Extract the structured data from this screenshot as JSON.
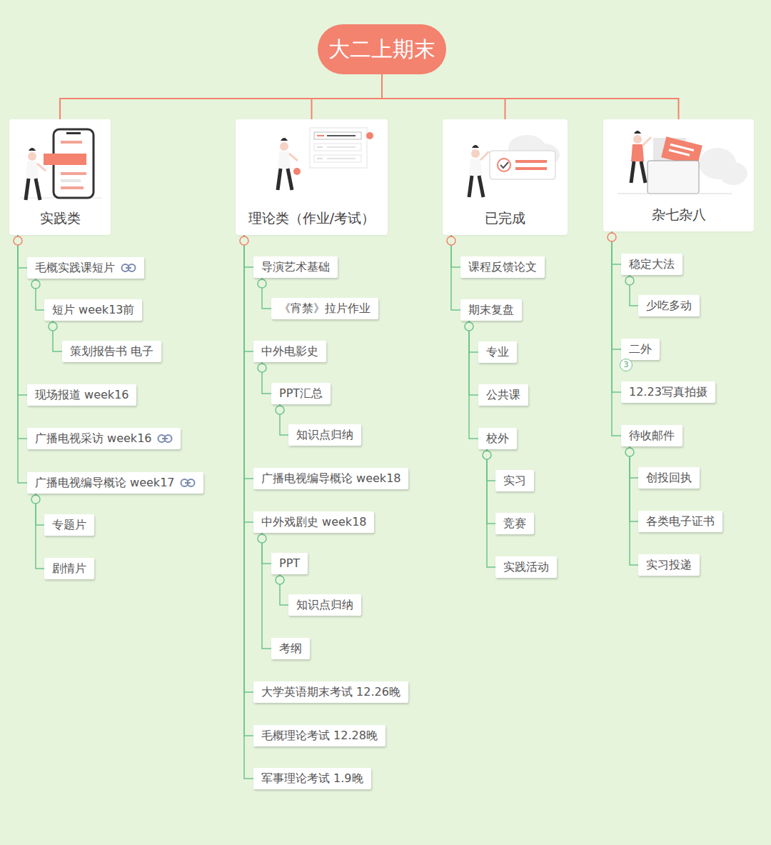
{
  "diagram": {
    "nodes": [
      {
        "text": [
          "大二上期末"
        ]
      },
      {
        "text": [
          "实践类"
        ]
      },
      {
        "text": [
          "毛概实践课短片"
        ]
      },
      {
        "text": [
          "短片 week13前"
        ]
      },
      {
        "text": [
          "策划报告书 电子"
        ]
      },
      {
        "text": [
          "现场报道 week16"
        ]
      },
      {
        "text": [
          "广播电视采访 week16"
        ]
      },
      {
        "text": [
          "广播电视编导概论 week17"
        ]
      },
      {
        "text": [
          "专题片"
        ]
      },
      {
        "text": [
          "剧情片"
        ]
      },
      {
        "text": [
          "理论类（作业/考试）"
        ]
      },
      {
        "text": [
          "导演艺术基础"
        ]
      },
      {
        "text": [
          "《宵禁》拉片作业"
        ]
      },
      {
        "text": [
          "中外电影史"
        ]
      },
      {
        "text": [
          "PPT汇总"
        ]
      },
      {
        "text": [
          "知识点归纳"
        ]
      },
      {
        "text": [
          "广播电视编导概论 week18"
        ]
      },
      {
        "text": [
          "中外戏剧史 week18"
        ]
      },
      {
        "text": [
          "PPT"
        ]
      },
      {
        "text": [
          "知识点归纳"
        ]
      },
      {
        "text": [
          "考纲"
        ]
      },
      {
        "text": [
          "大学英语期末考试 12.26晚"
        ]
      },
      {
        "text": [
          "毛概理论考试 12.28晚"
        ]
      },
      {
        "text": [
          "军事理论考试 1.9晚"
        ]
      },
      {
        "text": [
          "已完成"
        ]
      },
      {
        "text": [
          "课程反馈论文"
        ]
      },
      {
        "text": [
          "期末复盘"
        ]
      },
      {
        "text": [
          "专业"
        ]
      },
      {
        "text": [
          "公共课"
        ]
      },
      {
        "text": [
          "校外"
        ]
      },
      {
        "text": [
          "实习"
        ]
      },
      {
        "text": [
          "竞赛"
        ]
      },
      {
        "text": [
          "实践活动"
        ]
      },
      {
        "text": [
          "杂七杂八"
        ]
      },
      {
        "text": [
          "稳定大法"
        ]
      },
      {
        "text": [
          "少吃多动"
        ]
      },
      {
        "text": [
          "二外"
        ]
      },
      {
        "text": [
          "12.23写真拍摄"
        ]
      },
      {
        "text": [
          "待收邮件"
        ]
      },
      {
        "text": [
          "创投回执"
        ]
      },
      {
        "text": [
          "各类电子证书"
        ]
      },
      {
        "text": [
          "实习投递"
        ]
      }
    ],
    "edges": [
      {
        "from": 0,
        "to": 1,
        "arrow": "none"
      },
      {
        "from": 0,
        "to": 10,
        "arrow": "none"
      },
      {
        "from": 0,
        "to": 24,
        "arrow": "none"
      },
      {
        "from": 0,
        "to": 33,
        "arrow": "none"
      },
      {
        "from": 1,
        "to": 2,
        "arrow": "none"
      },
      {
        "from": 2,
        "to": 3,
        "arrow": "none"
      },
      {
        "from": 3,
        "to": 4,
        "arrow": "none"
      },
      {
        "from": 1,
        "to": 5,
        "arrow": "none"
      },
      {
        "from": 1,
        "to": 6,
        "arrow": "none"
      },
      {
        "from": 1,
        "to": 7,
        "arrow": "none"
      },
      {
        "from": 7,
        "to": 8,
        "arrow": "none"
      },
      {
        "from": 7,
        "to": 9,
        "arrow": "none"
      },
      {
        "from": 10,
        "to": 11,
        "arrow": "none"
      },
      {
        "from": 11,
        "to": 12,
        "arrow": "none"
      },
      {
        "from": 10,
        "to": 13,
        "arrow": "none"
      },
      {
        "from": 13,
        "to": 14,
        "arrow": "none"
      },
      {
        "from": 14,
        "to": 15,
        "arrow": "none"
      },
      {
        "from": 10,
        "to": 16,
        "arrow": "none"
      },
      {
        "from": 10,
        "to": 17,
        "arrow": "none"
      },
      {
        "from": 17,
        "to": 18,
        "arrow": "none"
      },
      {
        "from": 18,
        "to": 19,
        "arrow": "none"
      },
      {
        "from": 17,
        "to": 20,
        "arrow": "none"
      },
      {
        "from": 10,
        "to": 21,
        "arrow": "none"
      },
      {
        "from": 10,
        "to": 22,
        "arrow": "none"
      },
      {
        "from": 10,
        "to": 23,
        "arrow": "none"
      },
      {
        "from": 24,
        "to": 25,
        "arrow": "none"
      },
      {
        "from": 24,
        "to": 26,
        "arrow": "none"
      },
      {
        "from": 26,
        "to": 27,
        "arrow": "none"
      },
      {
        "from": 26,
        "to": 28,
        "arrow": "none"
      },
      {
        "from": 26,
        "to": 29,
        "arrow": "none"
      },
      {
        "from": 29,
        "to": 30,
        "arrow": "none"
      },
      {
        "from": 29,
        "to": 31,
        "arrow": "none"
      },
      {
        "from": 29,
        "to": 32,
        "arrow": "none"
      },
      {
        "from": 33,
        "to": 34,
        "arrow": "none"
      },
      {
        "from": 34,
        "to": 35,
        "arrow": "none"
      },
      {
        "from": 33,
        "to": 36,
        "arrow": "none"
      },
      {
        "from": 33,
        "to": 37,
        "arrow": "none"
      },
      {
        "from": 33,
        "to": 38,
        "arrow": "none"
      },
      {
        "from": 38,
        "to": 39,
        "arrow": "none"
      },
      {
        "from": 38,
        "to": 40,
        "arrow": "none"
      },
      {
        "from": 38,
        "to": 41,
        "arrow": "none"
      }
    ],
    "labels": [
      "3"
    ]
  }
}
